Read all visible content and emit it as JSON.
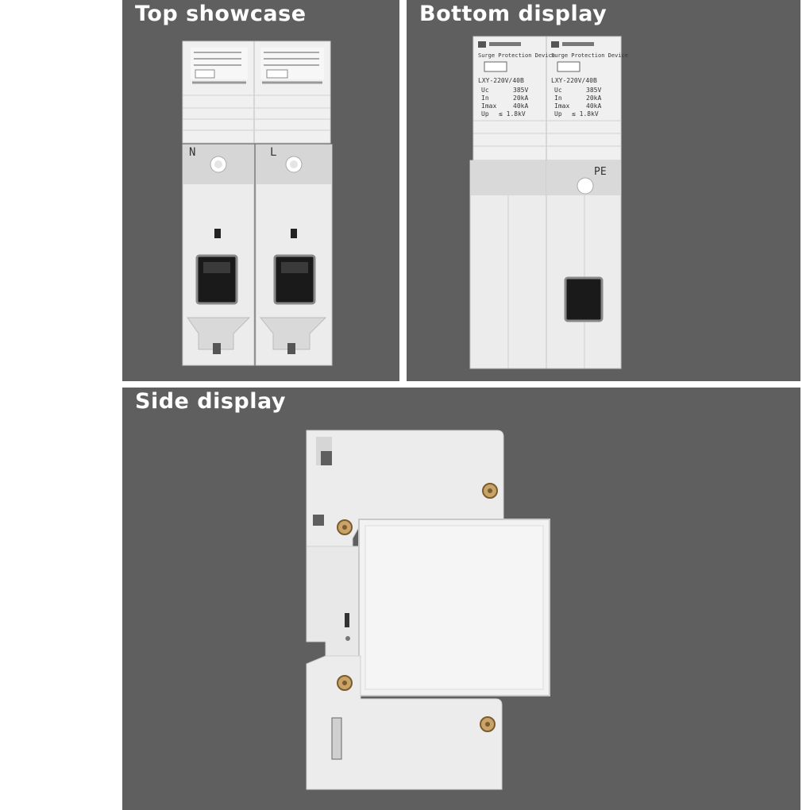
{
  "panels": {
    "top": {
      "title": "Top showcase",
      "terminal_left": "N",
      "terminal_right": "L"
    },
    "bottom": {
      "title": "Bottom display",
      "header": "Surge Protection Device",
      "model": "LXY-220V/40B",
      "specs": [
        {
          "k": "Uc",
          "v": "385V"
        },
        {
          "k": "In",
          "v": "20kA"
        },
        {
          "k": "Imax",
          "v": "40kA"
        },
        {
          "k": "Up",
          "v": "≤ 1.8kV"
        }
      ],
      "terminal": "PE"
    },
    "side": {
      "title": "Side display"
    }
  },
  "colors": {
    "background": "#5f5f5f",
    "device": "#ececec",
    "window": "#1a1a1a",
    "rivet": "#c9a368"
  }
}
